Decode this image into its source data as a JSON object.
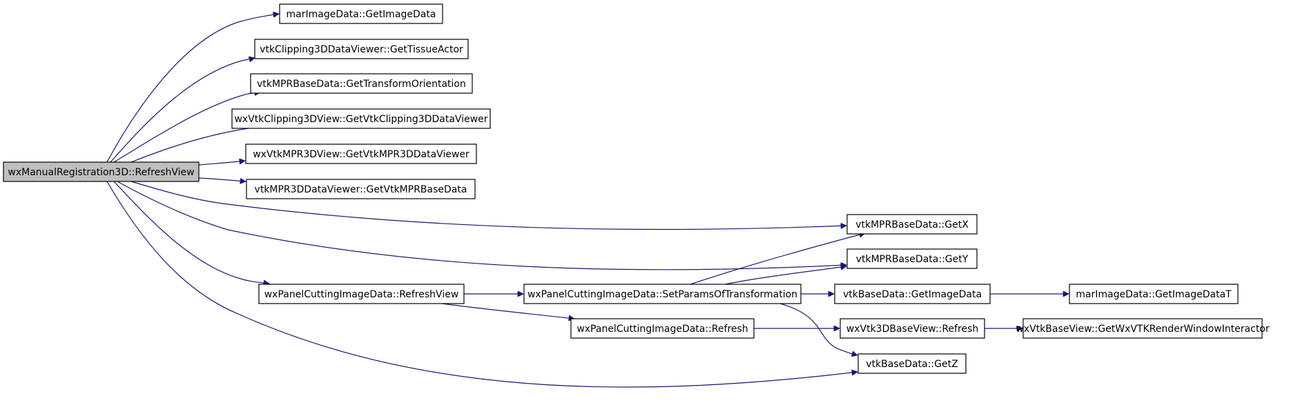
{
  "diagram": {
    "type": "call-graph",
    "colors": {
      "edge": "#191970",
      "root_fill": "#bfbfbf",
      "node_fill": "#ffffff",
      "node_stroke": "#000000"
    },
    "nodes": [
      {
        "id": "n0",
        "label": "wxManualRegistration3D::RefreshView",
        "root": true
      },
      {
        "id": "n1",
        "label": "marImageData::GetImageData"
      },
      {
        "id": "n2",
        "label": "vtkClipping3DDataViewer::GetTissueActor"
      },
      {
        "id": "n3",
        "label": "vtkMPRBaseData::GetTransformOrientation"
      },
      {
        "id": "n4",
        "label": "wxVtkClipping3DView::GetVtkClipping3DDataViewer"
      },
      {
        "id": "n5",
        "label": "wxVtkMPR3DView::GetVtkMPR3DDataViewer"
      },
      {
        "id": "n6",
        "label": "vtkMPR3DDataViewer::GetVtkMPRBaseData"
      },
      {
        "id": "n7",
        "label": "vtkMPRBaseData::GetX"
      },
      {
        "id": "n8",
        "label": "vtkMPRBaseData::GetY"
      },
      {
        "id": "n9",
        "label": "wxPanelCuttingImageData::RefreshView"
      },
      {
        "id": "n10",
        "label": "wxPanelCuttingImageData::SetParamsOfTransformation"
      },
      {
        "id": "n11",
        "label": "vtkBaseData::GetImageData"
      },
      {
        "id": "n12",
        "label": "marImageData::GetImageDataT"
      },
      {
        "id": "n13",
        "label": "wxPanelCuttingImageData::Refresh"
      },
      {
        "id": "n14",
        "label": "wxVtk3DBaseView::Refresh"
      },
      {
        "id": "n15",
        "label": "wxVtkBaseView::GetWxVTKRenderWindowInteractor"
      },
      {
        "id": "n16",
        "label": "vtkBaseData::GetZ"
      }
    ],
    "edges": [
      {
        "from": "n0",
        "to": "n1"
      },
      {
        "from": "n0",
        "to": "n2"
      },
      {
        "from": "n0",
        "to": "n3"
      },
      {
        "from": "n0",
        "to": "n4"
      },
      {
        "from": "n0",
        "to": "n5"
      },
      {
        "from": "n0",
        "to": "n6"
      },
      {
        "from": "n0",
        "to": "n7"
      },
      {
        "from": "n0",
        "to": "n8"
      },
      {
        "from": "n0",
        "to": "n9"
      },
      {
        "from": "n0",
        "to": "n16"
      },
      {
        "from": "n9",
        "to": "n10"
      },
      {
        "from": "n9",
        "to": "n13"
      },
      {
        "from": "n10",
        "to": "n7"
      },
      {
        "from": "n10",
        "to": "n8"
      },
      {
        "from": "n10",
        "to": "n11"
      },
      {
        "from": "n10",
        "to": "n16"
      },
      {
        "from": "n11",
        "to": "n12"
      },
      {
        "from": "n13",
        "to": "n14"
      },
      {
        "from": "n14",
        "to": "n15"
      }
    ]
  }
}
